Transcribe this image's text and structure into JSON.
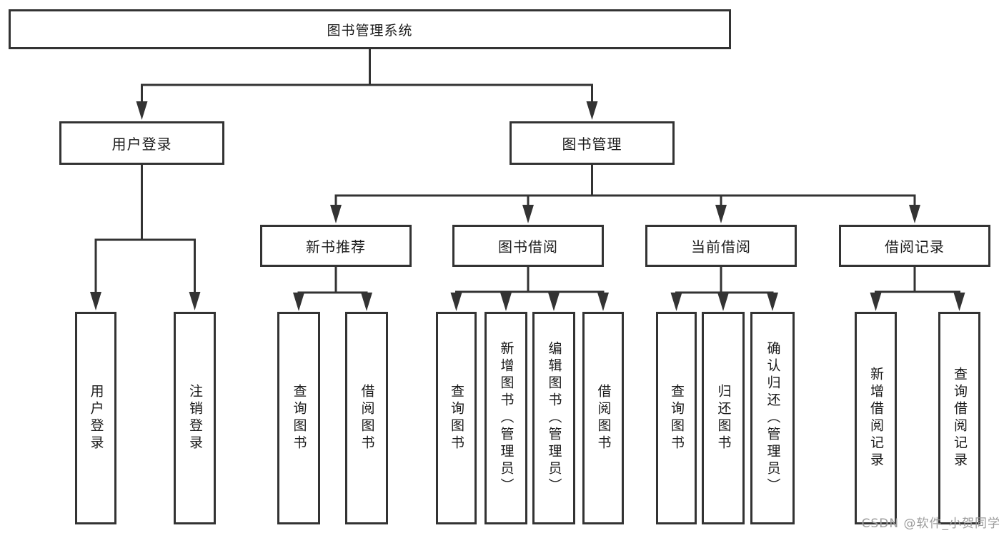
{
  "diagram": {
    "root": {
      "label": "图书管理系统"
    },
    "branches": [
      {
        "label": "用户登录",
        "children": [
          {
            "label": "用户登录"
          },
          {
            "label": "注销登录"
          }
        ]
      },
      {
        "label": "图书管理",
        "children": [
          {
            "label": "新书推荐",
            "children": [
              {
                "label": "查询图书"
              },
              {
                "label": "借阅图书"
              }
            ]
          },
          {
            "label": "图书借阅",
            "children": [
              {
                "label": "查询图书"
              },
              {
                "label": "新增图书（管理员）"
              },
              {
                "label": "编辑图书（管理员）"
              },
              {
                "label": "借阅图书"
              }
            ]
          },
          {
            "label": "当前借阅",
            "children": [
              {
                "label": "查询图书"
              },
              {
                "label": "归还图书"
              },
              {
                "label": "确认归还（管理员）"
              }
            ]
          },
          {
            "label": "借阅记录",
            "children": [
              {
                "label": "新增借阅记录"
              },
              {
                "label": "查询借阅记录"
              }
            ]
          }
        ]
      }
    ]
  },
  "watermark": {
    "text": "CSDN @软件_小贺同学"
  },
  "colors": {
    "line": "#333333",
    "box_border": "#333333",
    "text": "#1a1a1a",
    "watermark_text": "#9b9b9b",
    "background": "#ffffff"
  }
}
